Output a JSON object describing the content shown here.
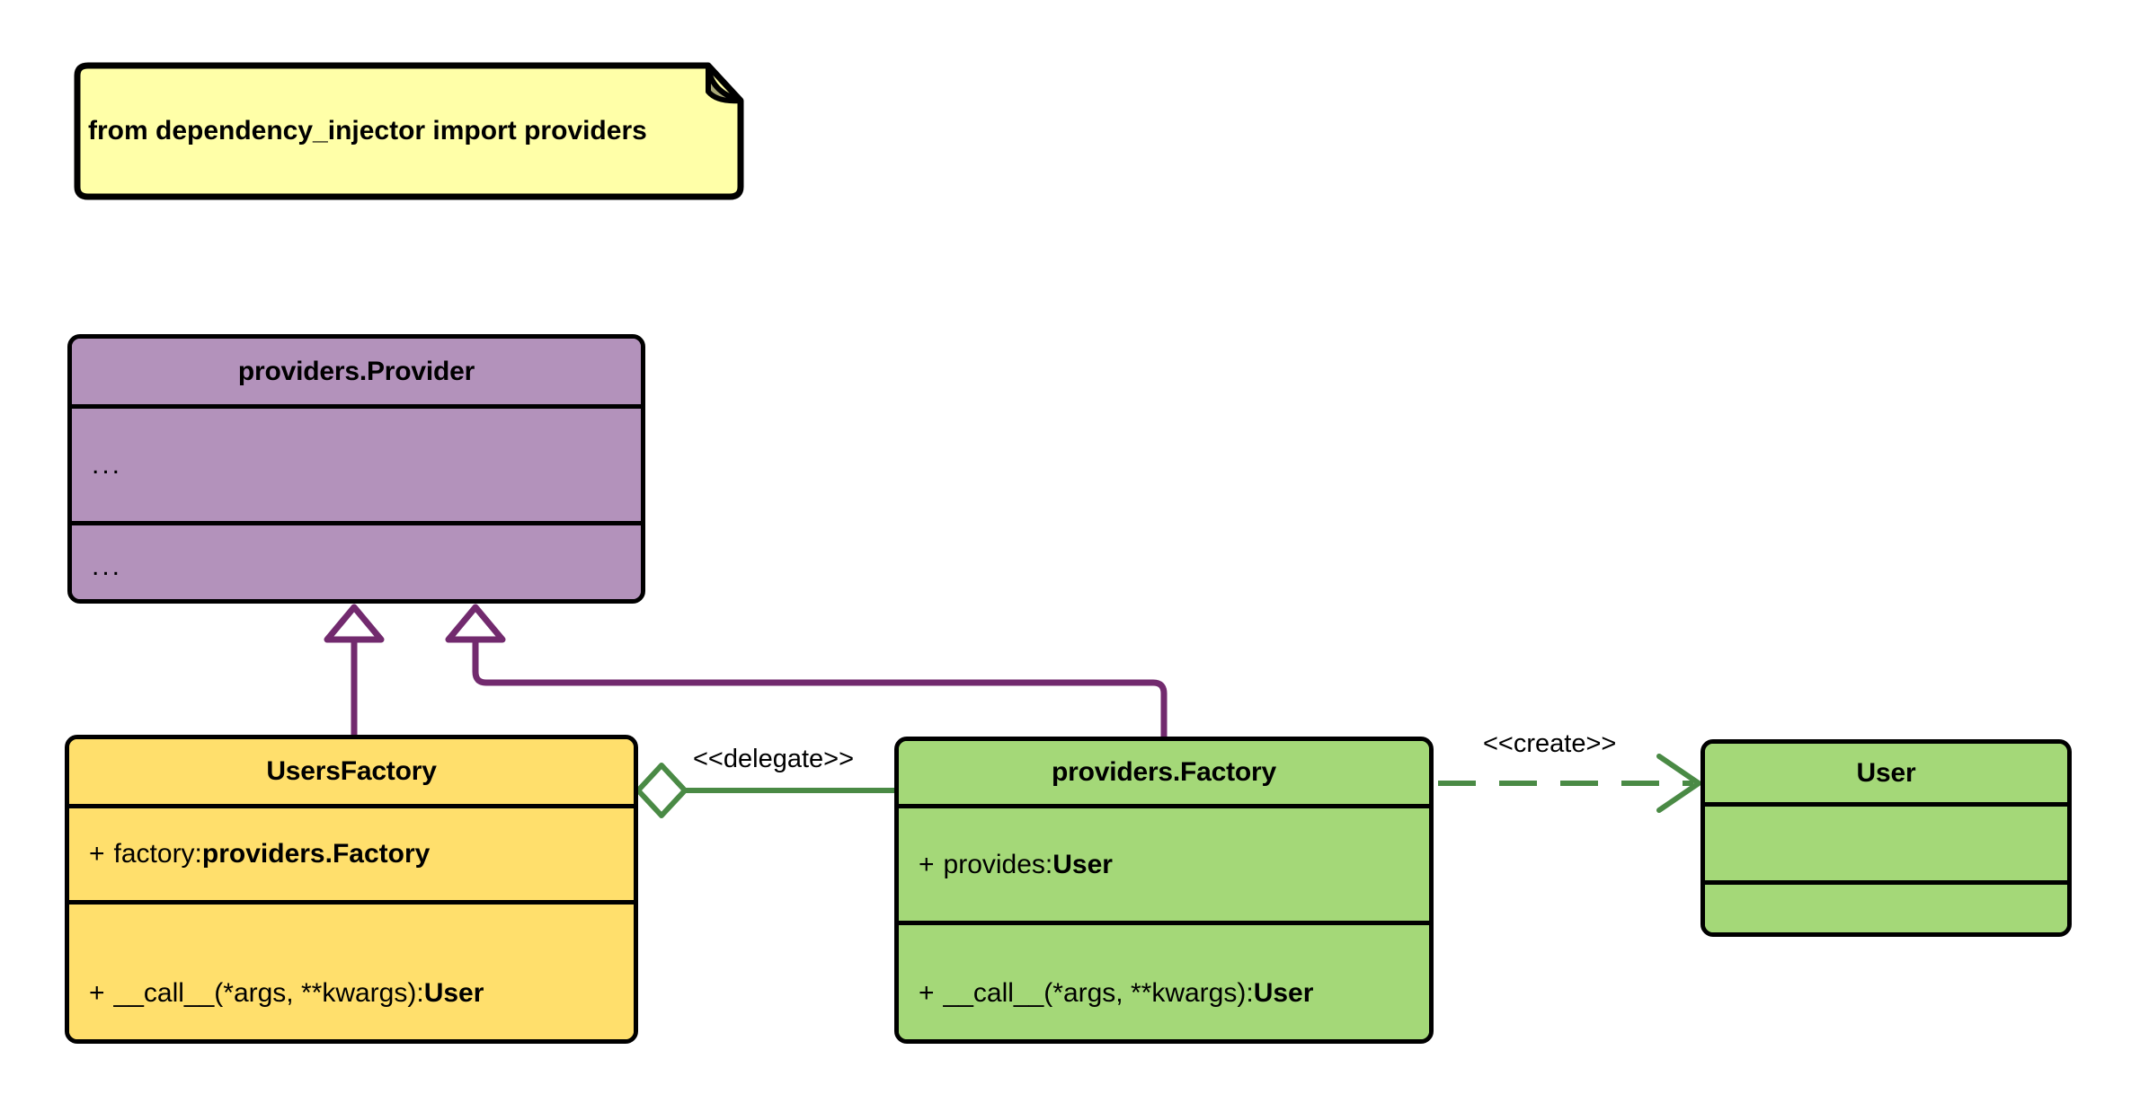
{
  "diagram": {
    "title": "Factory provider delegation UML class diagram",
    "background": "#ffffff"
  },
  "note": {
    "text": "from dependency_injector import providers",
    "fill": "#ffffa8",
    "fold_fill": "#a8a878",
    "stroke": "#000000"
  },
  "classes": [
    {
      "id": "providers-provider",
      "name": "providers.Provider",
      "fill": "#b392bb",
      "stroke": "#000000",
      "attributes": [
        "..."
      ],
      "methods": [
        "..."
      ]
    },
    {
      "id": "users-factory",
      "name": "UsersFactory",
      "fill": "#ffdf6c",
      "stroke": "#000000",
      "attributes": [
        {
          "visibility": "+",
          "name": "factory: ",
          "type": "providers.Factory"
        }
      ],
      "methods": [
        {
          "visibility": "+",
          "name": "__call__(*args, **kwargs): ",
          "type": "User"
        }
      ]
    },
    {
      "id": "providers-factory",
      "name": "providers.Factory",
      "fill": "#a4d878",
      "stroke": "#000000",
      "attributes": [
        {
          "visibility": "+",
          "name": "provides: ",
          "type": "User"
        }
      ],
      "methods": [
        {
          "visibility": "+",
          "name": "__call__(*args, **kwargs): ",
          "type": "User"
        }
      ]
    },
    {
      "id": "user",
      "name": "User",
      "fill": "#a4d878",
      "stroke": "#000000",
      "attributes": [],
      "methods": []
    }
  ],
  "relationships": [
    {
      "id": "gen-usersfactory",
      "kind": "generalization",
      "from": "UsersFactory",
      "to": "providers.Provider",
      "label": "",
      "color": "#722a6e",
      "style": "solid",
      "arrow": "hollow-triangle"
    },
    {
      "id": "gen-providersfactory",
      "kind": "generalization",
      "from": "providers.Factory",
      "to": "providers.Provider",
      "label": "",
      "color": "#722a6e",
      "style": "solid",
      "arrow": "hollow-triangle"
    },
    {
      "id": "agg-delegate",
      "kind": "aggregation",
      "from": "UsersFactory",
      "to": "providers.Factory",
      "label": "<<delegate>>",
      "color": "#4a8a45",
      "style": "solid",
      "arrow": "hollow-diamond"
    },
    {
      "id": "dep-create",
      "kind": "dependency",
      "from": "providers.Factory",
      "to": "User",
      "label": "<<create>>",
      "color": "#4a8a45",
      "style": "dashed",
      "arrow": "open-arrow"
    }
  ],
  "labels": {
    "delegate": "<<delegate>>",
    "create": "<<create>>"
  }
}
